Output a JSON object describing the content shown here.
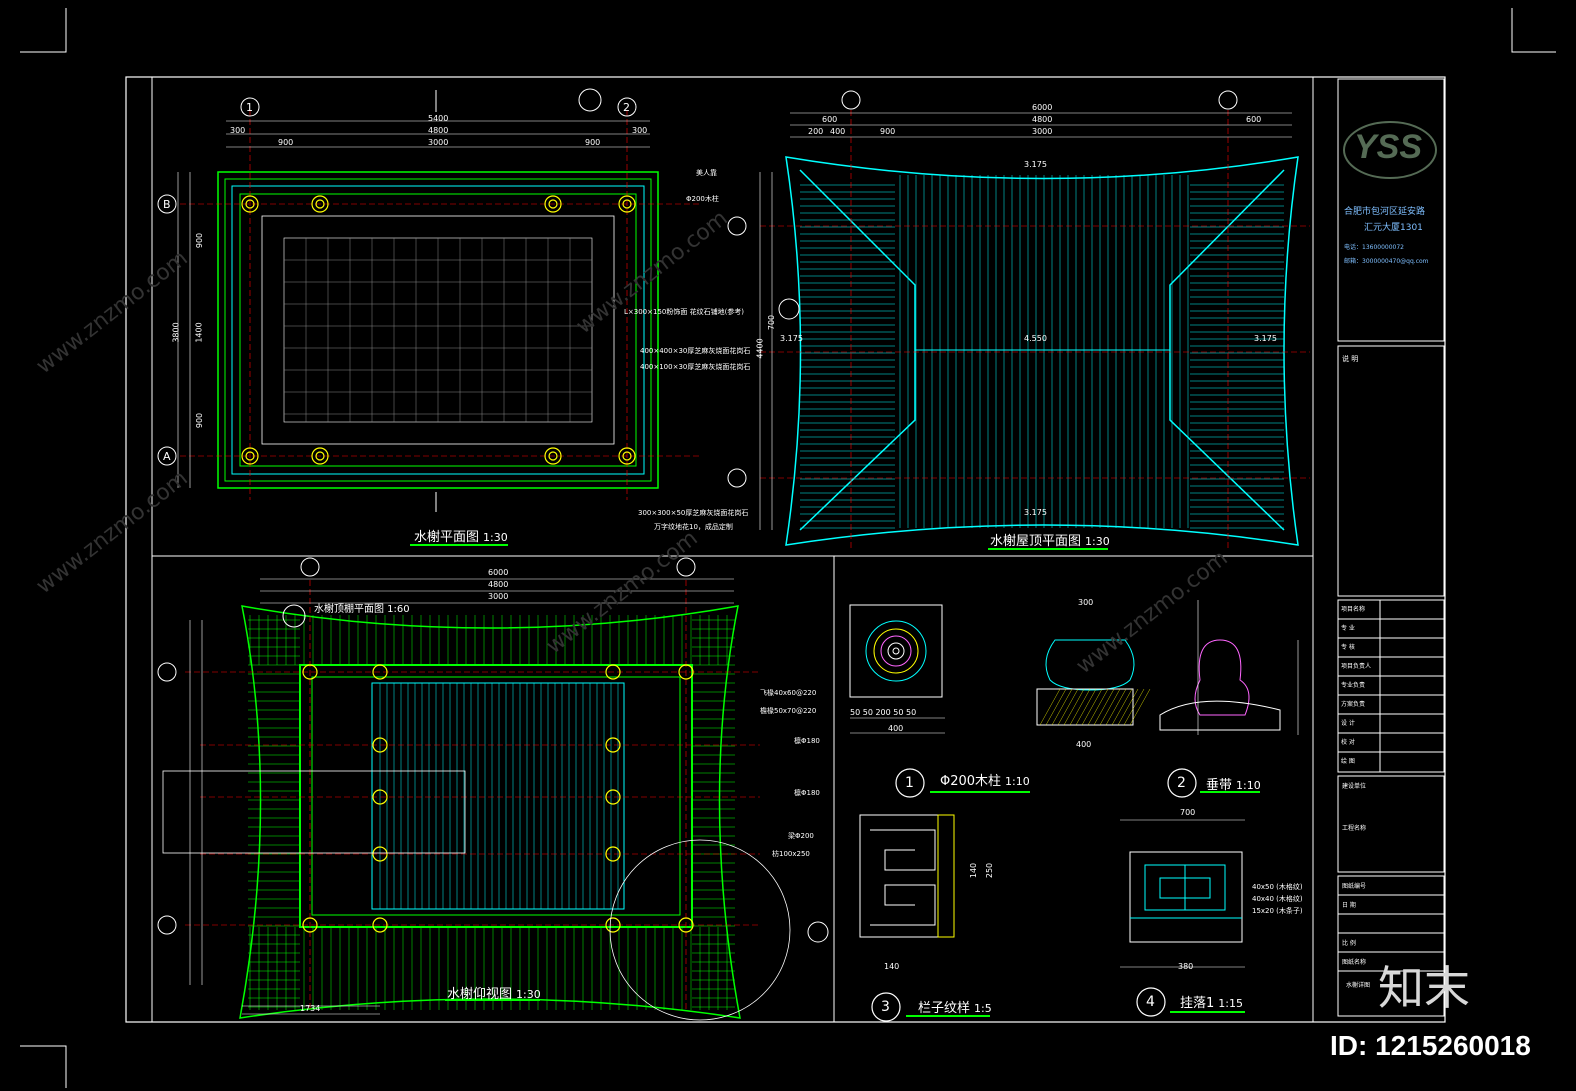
{
  "drawings": {
    "plan_title": "水榭平面图",
    "plan_scale": "1:30",
    "roof_title": "水榭屋顶平面图",
    "roof_scale": "1:30",
    "ceiling_title": "水榭仰视图",
    "ceiling_scale": "1:30",
    "ceiling_sub": "水榭顶棚平面图 1:60",
    "detail1_num": "1",
    "detail1_title": "Φ200木柱",
    "detail1_scale": "1:10",
    "detail2_num": "2",
    "detail2_title": "垂带",
    "detail2_scale": "1:10",
    "detail3_num": "3",
    "detail3_title": "栏子纹样",
    "detail3_scale": "1:5",
    "detail4_num": "4",
    "detail4_title": "挂落1",
    "detail4_scale": "1:15"
  },
  "plan_dims": {
    "top_total": "5400",
    "top_mid": "4800",
    "seg_300a": "300",
    "seg_300b": "300",
    "seg_900a": "900",
    "seg_3000": "3000",
    "seg_900b": "900",
    "side_3800": "3800",
    "side_1400": "1400",
    "side_900a": "900",
    "side_900b": "900",
    "axis_1": "1",
    "axis_2": "2",
    "axis_A": "A",
    "axis_B": "B",
    "note_1": "美人靠",
    "note_2": "Φ200木柱",
    "note_3": "L×300×150粉饰面 花纹石铺地(参考)",
    "note_4": "400×400×30厚芝麻灰烧面花岗石",
    "note_5": "400×100×30厚芝麻灰烧面花岗石",
    "note_6": "300×300×50厚芝麻灰烧面花岗石",
    "note_7": "万字纹地花10，成品定制"
  },
  "roof_dims": {
    "top_total": "6000",
    "top_mid": "4800",
    "top_3000": "3000",
    "seg_600a": "600",
    "seg_600b": "600",
    "seg_200": "200",
    "seg_400": "400",
    "seg_900": "900",
    "elev_1": "3.175",
    "elev_2": "4.550",
    "elev_3": "3.175",
    "elev_4": "3.175",
    "elev_5": "3.175",
    "side_4400": "4400",
    "side_700": "700"
  },
  "ceiling_dims": {
    "top_total": "6000",
    "top_mid": "4800",
    "top_3000": "3000",
    "bottom_total": "1734",
    "note_1": "飞椽40x60@220",
    "note_2": "檐椽50x70@220",
    "note_3": "檩Φ180",
    "note_4": "檩Φ180",
    "note_5": "梁Φ200",
    "note_6": "枋100x250"
  },
  "detail_dims": {
    "d1_bottom": "400",
    "d1_sides": "50 50 200 50 50",
    "d2_top": "300",
    "d2_bottom": "400",
    "d4_top": "700",
    "d4_bottom": "380",
    "d4_note_1": "40x50 (木格纹)",
    "d4_note_2": "40x40 (木格纹)",
    "d4_note_3": "15x20 (木条子)",
    "d3_bottom": "140",
    "d3_side_1": "250",
    "d3_side_2": "140"
  },
  "title_block": {
    "logo": "YSS",
    "company_line1": "合肥市包河区延安路",
    "company_line2": "汇元大厦1301",
    "phone": "电话：13600000072",
    "email": "邮箱：3000000470@qq.com",
    "notes_header": "说 明",
    "rows": [
      "项目名称",
      "专 业",
      "专 核",
      "项目负责人",
      "专业负责",
      "方案负责",
      "设 计",
      "校 对",
      "绘 图"
    ],
    "project_label": "建设单位",
    "engineering_label": "工程名称",
    "drawing_no": "图纸编号",
    "date": "日 期",
    "scale": "比 例",
    "drawing_name": "图纸名称",
    "sheet": "水榭详图"
  },
  "watermark": {
    "brand": "知末",
    "id": "ID: 1215260018",
    "site": "www.znzmo.com"
  },
  "colors": {
    "green": "#00ff00",
    "cyan": "#00ffff",
    "yellow": "#ffff00",
    "red": "#ff0000",
    "white": "#ffffff"
  }
}
